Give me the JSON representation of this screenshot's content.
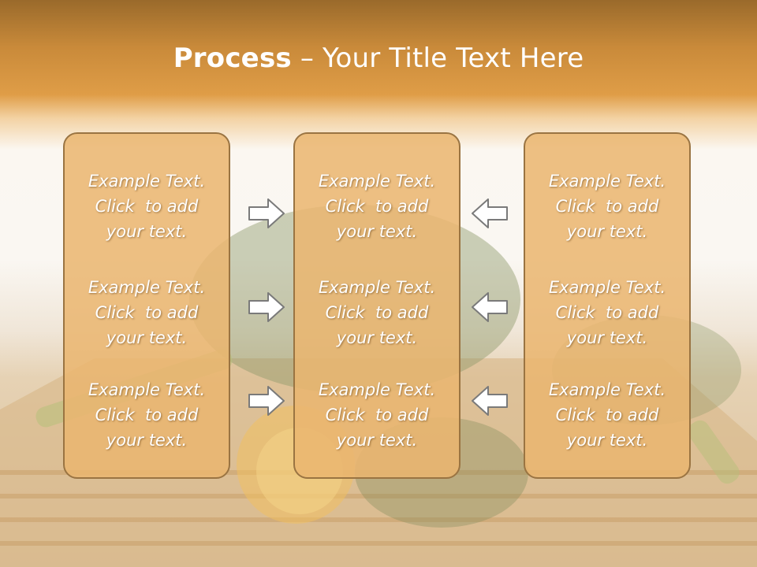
{
  "slide": {
    "title_bold": "Process",
    "title_rest": " – Your Title Text Here"
  },
  "columns": [
    {
      "items": [
        {
          "line1": "Example Text.",
          "line2": "Click  to add",
          "line3": "your text."
        },
        {
          "line1": "Example Text.",
          "line2": "Click  to add",
          "line3": "your text."
        },
        {
          "line1": "Example Text.",
          "line2": "Click  to add",
          "line3": "your text."
        }
      ]
    },
    {
      "items": [
        {
          "line1": "Example Text.",
          "line2": "Click  to add",
          "line3": "your text."
        },
        {
          "line1": "Example Text.",
          "line2": "Click  to add",
          "line3": "your text."
        },
        {
          "line1": "Example Text.",
          "line2": "Click  to add",
          "line3": "your text."
        }
      ]
    },
    {
      "items": [
        {
          "line1": "Example Text.",
          "line2": "Click  to add",
          "line3": "your text."
        },
        {
          "line1": "Example Text.",
          "line2": "Click  to add",
          "line3": "your text."
        },
        {
          "line1": "Example Text.",
          "line2": "Click  to add",
          "line3": "your text."
        }
      ]
    }
  ],
  "arrows": {
    "left_group": "right-arrow-icon",
    "right_group": "left-arrow-icon"
  },
  "colors": {
    "header": "#df9d47",
    "box_fill": "#eab670",
    "box_border": "#9a7442",
    "text": "#ffffff"
  }
}
